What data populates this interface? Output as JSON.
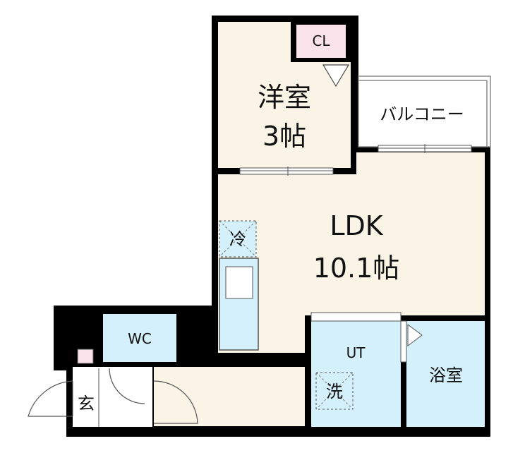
{
  "rooms": {
    "western": {
      "name": "洋室",
      "size": "3帖"
    },
    "closet": {
      "name": "CL"
    },
    "balcony": {
      "name": "バルコニー"
    },
    "ldk": {
      "name": "LDK",
      "size": "10.1帖"
    },
    "fridge": {
      "name": "冷"
    },
    "wc": {
      "name": "WC"
    },
    "entrance": {
      "name": "玄"
    },
    "utility": {
      "name": "UT"
    },
    "washer": {
      "name": "洗"
    },
    "bath": {
      "name": "浴室"
    }
  },
  "colors": {
    "wall": "#000000",
    "room_floor": "#faf4e6",
    "wet_area": "#d4f1fb",
    "closet": "#fbe3ec",
    "balcony": "#ffffff"
  }
}
